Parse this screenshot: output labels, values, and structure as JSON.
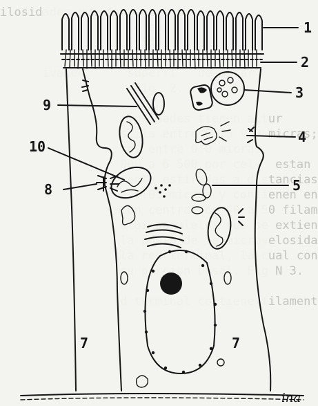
{
  "background_text": [
    "ilosidades que forman el borde",
    "                  lo cu",
    "                  ivida",
    "                  tar sig",
    "      ivamen      superfi   de absor",
    "                   Fig. 2.",
    "",
    "                 ilosidades tienen altur",
    "                 scila entre 0.75 y 0 micras;",
    "                 ros entre 0.0 micras.",
    "                 000 a 6 500 por cel   estan n",
    "                 mente estiradas a distancias",
    "                 a 0.05 micras y contienen en su",
    "                 ion central de 40 a 50 filamento",
    "                 ulos paralelos que se extienden",
    "                 la punta de la microvelosidad",
    "                 la red terminal, la cual consi",
    "                 su porcion basal. Fig N 3.",
    "",
    "                 d terminal contiene filamentos"
  ],
  "labels": {
    "n1": "1",
    "n2": "2",
    "n3": "3",
    "n4": "4",
    "n5": "5",
    "n7_left": "7",
    "n7_right": "7",
    "n8": "8",
    "n9": "9",
    "n10": "10"
  },
  "bottom_text": "ina"
}
